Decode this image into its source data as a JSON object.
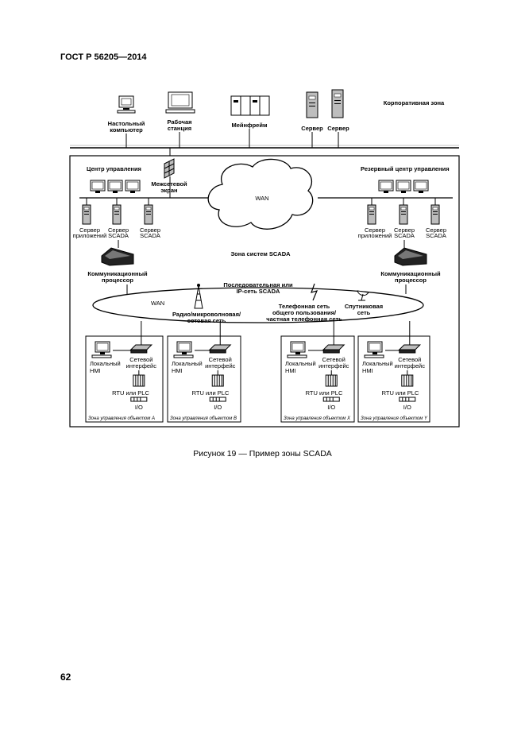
{
  "page": {
    "header": "ГОСТ Р 56205—2014",
    "page_number": "62",
    "caption": "Рисунок 19 — Пример зоны SCADA"
  },
  "figure": {
    "corp": {
      "zone": "Корпоративная зона",
      "desktop_1": "Настольный",
      "desktop_2": "компьютер",
      "workstation_1": "Рабочая",
      "workstation_2": "станция",
      "mainframe": "Мейнфрейм",
      "server_a": "Сервер",
      "server_b": "Сервер"
    },
    "control": {
      "center": "Центр управления",
      "backup_center": "Резервный центр управления",
      "firewall_1": "Межсетевой",
      "firewall_2": "экран",
      "wan": "WAN",
      "app_server_1": "Сервер",
      "app_server_2": "приложений",
      "scada_server_1": "Сервер",
      "scada_server_2": "SCADA",
      "scada_zone": "Зона систем SCADA",
      "comm_proc_1": "Коммуникационный",
      "comm_proc_2": "процессор"
    },
    "network": {
      "wan": "WAN",
      "serial_1": "Последовательная или",
      "serial_2": "IP-сеть SCADA",
      "radio_1": "Радио/микроволновая/",
      "radio_2": "сотовая сеть",
      "phone_1": "Телефонная сеть",
      "phone_2": "общего пользования/",
      "phone_3": "частная телефонная сеть",
      "sat_1": "Спутниковая",
      "sat_2": "сеть"
    },
    "sites": {
      "hmi_1": "Локальный",
      "hmi_2": "HMI",
      "iface_1": "Сетевой",
      "iface_2": "интерфейс",
      "rtu": "RTU или PLC",
      "io": "I/O",
      "zone_a": "Зона управления объектом A",
      "zone_b": "Зона управления объектом B",
      "zone_x": "Зона управления объектом X",
      "zone_y": "Зона управления объектом Y"
    }
  }
}
